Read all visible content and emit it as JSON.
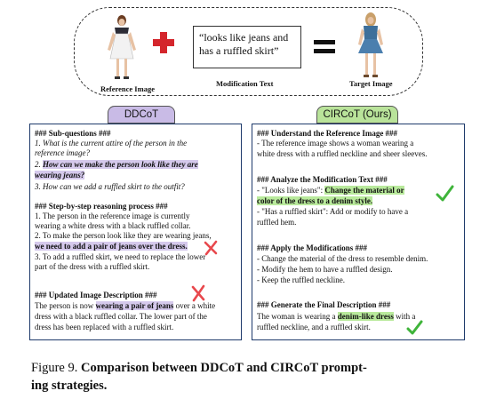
{
  "top": {
    "reference_label": "Reference Image",
    "modification_label": "Modification Text",
    "target_label": "Target Image",
    "modification_text_line1": "“looks like jeans and",
    "modification_text_line2": "has a ruffled skirt”"
  },
  "ddcot": {
    "tag": "DDCoT",
    "lines": {
      "sq_head": "### Sub-questions ###",
      "q1a": "1. What is the current attire of the person in the",
      "q1b": "reference image?",
      "q2a_num": "2. ",
      "q2a": "How can we make the person look like they are",
      "q2b": "wearing jeans?",
      "q3": "3. How can we add a ruffled skirt to the outfit?",
      "st_head": "### Step-by-step reasoning process ###",
      "s1a": "1. The person in the reference image is currently",
      "s1b": "wearing a white dress with a black ruffled collar.",
      "s2a": "2. To make the person look like they are wearing jeans,",
      "s2b": "we need to add a pair of jeans over the dress.",
      "s3a": "3. To add a ruffled skirt, we need to replace the lower",
      "s3b": "part of the dress with a ruffled skirt.",
      "up_head": "###  Updated Image Description  ###",
      "d1_pre": "The person is now ",
      "d1_hl": "wearing a pair of jeans",
      "d1_post": " over a white",
      "d2": "dress with a black ruffled collar. The lower part of the",
      "d3": "dress has been replaced with a ruffled skirt."
    }
  },
  "circot": {
    "tag": "CIRCoT (Ours)",
    "lines": {
      "u_head": "### Understand the Reference Image ###",
      "u1": "  - The reference image shows a woman wearing a",
      "u2": "white dress with a ruffled neckline and sheer sleeves.",
      "a_head": "### Analyze the Modification Text ###",
      "a1_pre": "  - \"Looks like jeans\": ",
      "a1_hl": "Change the material or",
      "a2_hl": "color of the dress to a denim style.",
      "a3": "  - \"Has a ruffled skirt\": Add or modify to have a",
      "a4": "ruffled hem.",
      "m_head": "### Apply the Modifications ###",
      "m1": "  - Change the material of the dress to resemble denim.",
      "m2": "  - Modify the hem to have a ruffled design.",
      "m3": "  - Keep the ruffled neckline.",
      "g_head": "### Generate the Final Description ###",
      "g1_pre": " The woman is wearing a ",
      "g1_hl": "denim-like dress",
      "g1_post": " with a",
      "g2": "ruffled neckline,  and a ruffled skirt."
    }
  },
  "caption": {
    "prefix": "Figure 9.",
    "bold": "Comparison between DDCoT and CIRCoT prompt-",
    "bold2": "ing strategies."
  },
  "colors": {
    "cross": "#e8484d",
    "check": "#3fb43a",
    "plus": "#d4262c",
    "frame": "#1e3a6b"
  },
  "icons": [
    "plus-icon",
    "equals-icon",
    "cross-icon",
    "check-icon"
  ]
}
